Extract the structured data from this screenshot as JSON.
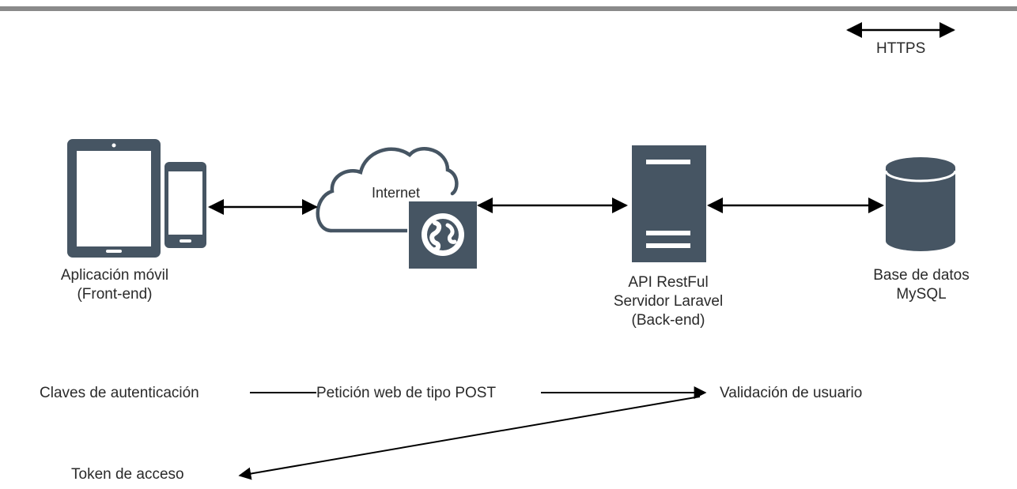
{
  "legend": {
    "https_label": "HTTPS"
  },
  "nodes": {
    "mobile": {
      "line1": "Aplicación móvil",
      "line2": "(Front-end)"
    },
    "internet": {
      "label": "Internet"
    },
    "server": {
      "line1": "API RestFul",
      "line2": "Servidor Laravel",
      "line3": "(Back-end)"
    },
    "database": {
      "line1": "Base de datos",
      "line2": "MySQL"
    }
  },
  "flow": {
    "credentials": "Claves de autenticación",
    "request": "Petición web de tipo POST",
    "validation": "Validación de usuario",
    "token": "Token de acceso"
  },
  "colors": {
    "icon": "#465563",
    "line": "#000000",
    "text": "#2a2a2a",
    "frame": "#777777"
  },
  "icons": [
    "tablet-icon",
    "phone-icon",
    "cloud-icon",
    "globe-icon",
    "server-icon",
    "database-icon"
  ]
}
